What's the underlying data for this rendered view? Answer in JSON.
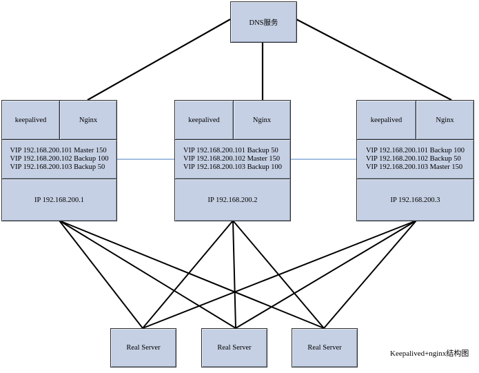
{
  "dns": {
    "label": "DNS服务"
  },
  "nodes": [
    {
      "keepalived_label": "keepalived",
      "nginx_label": "Nginx",
      "vips": [
        "VIP 192.168.200.101 Master 150",
        "VIP 192.168.200.102 Backup 100",
        "VIP 192.168.200.103 Backup 50"
      ],
      "ip": "IP 192.168.200.1"
    },
    {
      "keepalived_label": "keepalived",
      "nginx_label": "Nginx",
      "vips": [
        "VIP 192.168.200.101 Backup 50",
        "VIP 192.168.200.102 Master 150",
        "VIP 192.168.200.103 Backup 100"
      ],
      "ip": "IP 192.168.200.2"
    },
    {
      "keepalived_label": "keepalived",
      "nginx_label": "Nginx",
      "vips": [
        "VIP 192.168.200.101 Backup 100",
        "VIP 192.168.200.102 Backup 50",
        "VIP 192.168.200.103 Master 150"
      ],
      "ip": "IP 192.168.200.3"
    }
  ],
  "real_servers": [
    "Real Server",
    "Real Server",
    "Real Server"
  ],
  "caption": "Keepalived+nginx结构图",
  "colors": {
    "box_fill": "#c5d0e4",
    "link_line": "#000000",
    "sync_line": "#4a7fc1"
  }
}
